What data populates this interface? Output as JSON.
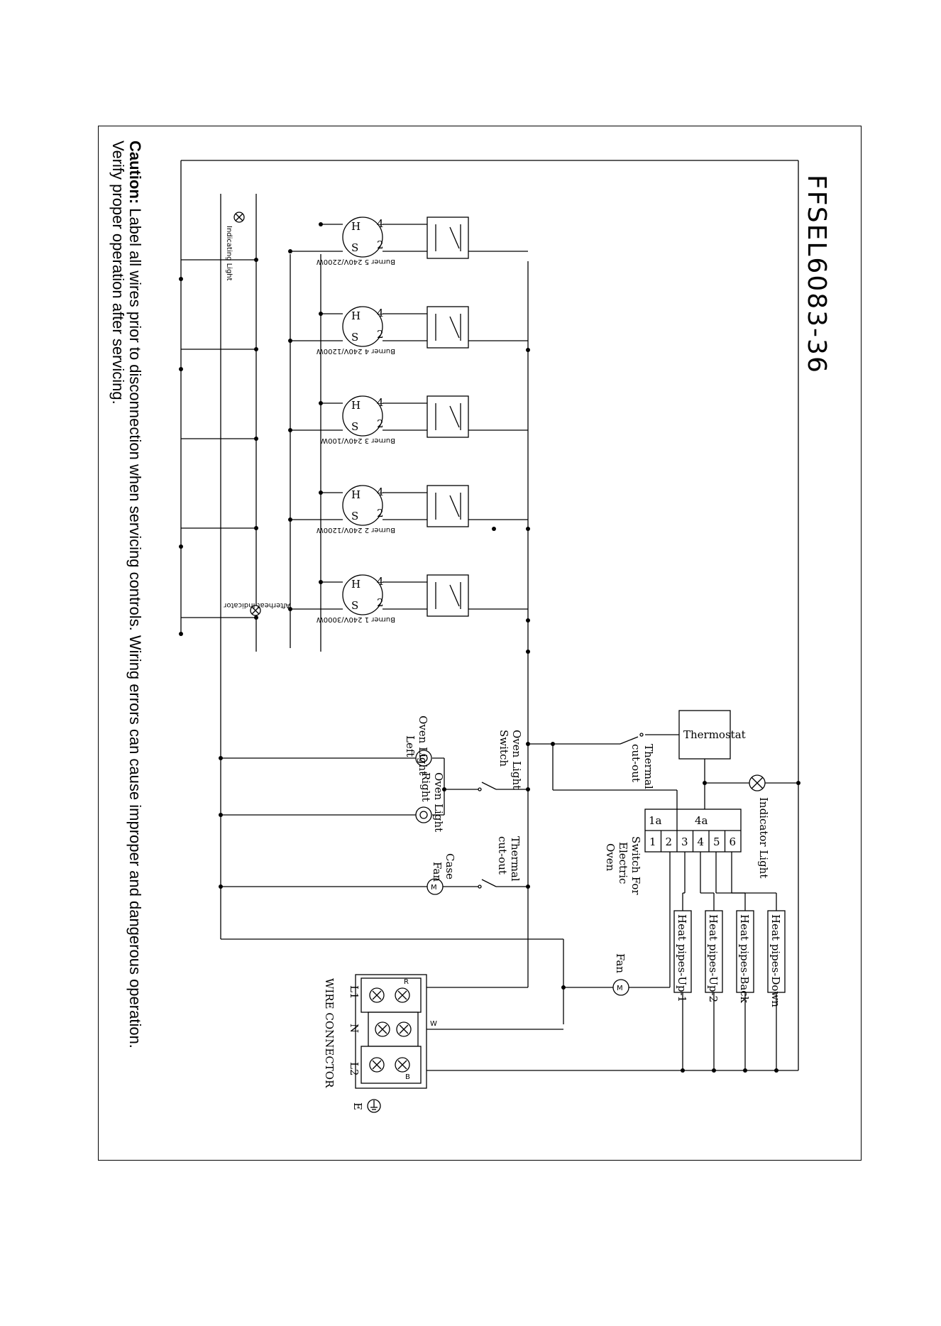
{
  "title": "FFSEL6083-36",
  "caution": {
    "label": "Caution:",
    "line1": "Label all wires prior to disconnection when servicing controls. Wiring errors can cause improper and dangerous operation.",
    "line2": "Verify proper operation after servicing."
  },
  "burners": [
    {
      "label": "Burner 5  240V/2200W"
    },
    {
      "label": "Burner 4  240V/1200W"
    },
    {
      "label": "Burner 3  240V/100W"
    },
    {
      "label": "Burner 2  240V/1200W"
    },
    {
      "label": "Burner 1  240V/3000W"
    }
  ],
  "terminals": {
    "t4": "4",
    "t2": "2",
    "tH": "H",
    "tS": "S"
  },
  "indicating_light": "Indicating Light",
  "afterheat_indicator": "Afterheat Indicator",
  "thermostat": "Thermostat",
  "thermal_cutout_1": [
    "Thermal",
    "cut-out"
  ],
  "thermal_cutout_2": [
    "Thermal",
    "cut-out"
  ],
  "indicator_light": "Indicator Light",
  "oven_switch": {
    "title": [
      "Switch For",
      "Electric",
      "Oven"
    ],
    "top_left": "1a",
    "top_right": "4a",
    "pins": [
      "1",
      "2",
      "3",
      "4",
      "5",
      "6"
    ]
  },
  "oven_light_switch": [
    "Oven Light",
    "Switch"
  ],
  "oven_light_left": [
    "Oven Light",
    "Left"
  ],
  "oven_light_right": [
    "Oven Light",
    "Right"
  ],
  "case_fan": [
    "Case",
    "Fan"
  ],
  "fan": "Fan",
  "motor_letter": "M",
  "heat_pipes": [
    "Heat pipes-Up-1",
    "Heat pipes-Up-2",
    "Heat pipes-Back",
    "Heat pipes-Down"
  ],
  "wire_connector": {
    "title": "WIRE CONNECTOR",
    "wires": [
      "R",
      "W",
      "B"
    ],
    "terminals": [
      "L1",
      "N",
      "L2"
    ],
    "earth": "E"
  }
}
